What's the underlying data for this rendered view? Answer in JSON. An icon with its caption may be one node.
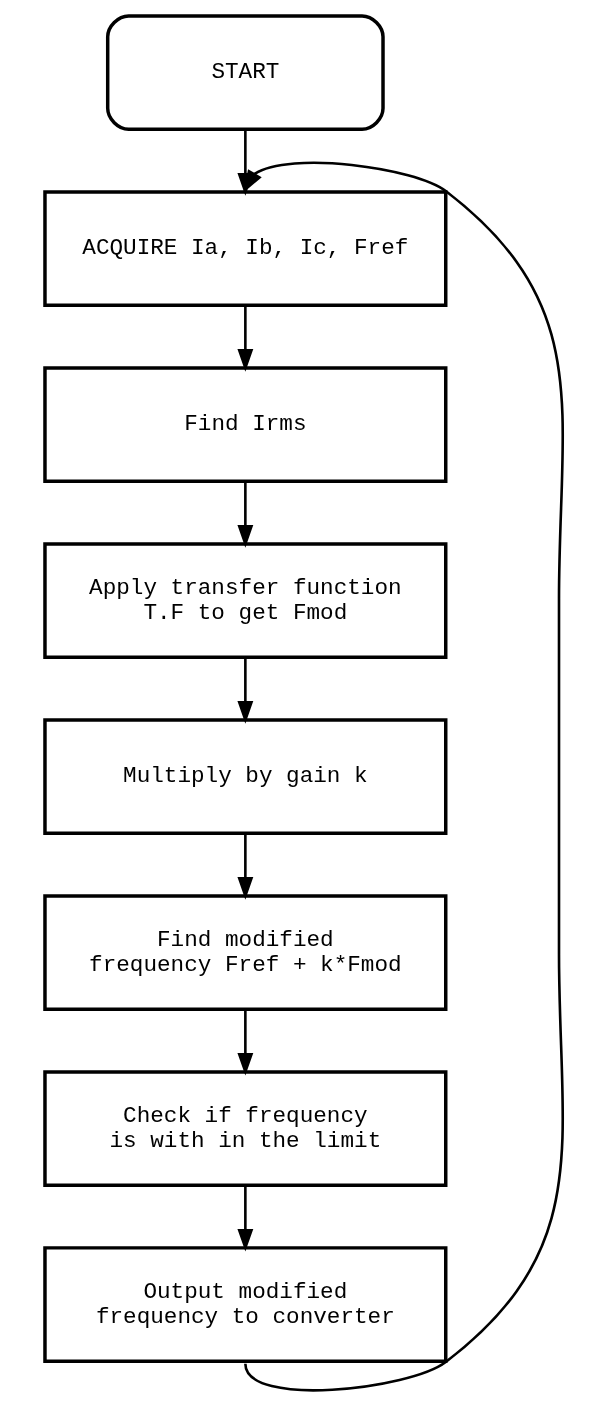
{
  "diagram": {
    "nodes": [
      {
        "text": [
          "START"
        ]
      },
      {
        "text": [
          "ACQUIRE Ia, Ib, Ic, Fref"
        ]
      },
      {
        "text": [
          "Find Irms"
        ]
      },
      {
        "text": [
          "Apply transfer function T.F to get Fmod"
        ]
      },
      {
        "text": [
          "Multiply by gain k"
        ]
      },
      {
        "text": [
          "Find modified frequency Fref + k*Fmod"
        ]
      },
      {
        "text": [
          "Check if frequency is with in the limit"
        ]
      },
      {
        "text": [
          "Output modified frequency to converter"
        ]
      }
    ],
    "edges": [
      {
        "from": 0,
        "to": 1,
        "arrow": "to"
      },
      {
        "from": 1,
        "to": 2,
        "arrow": "to"
      },
      {
        "from": 2,
        "to": 3,
        "arrow": "to"
      },
      {
        "from": 3,
        "to": 4,
        "arrow": "to"
      },
      {
        "from": 4,
        "to": 5,
        "arrow": "to"
      },
      {
        "from": 5,
        "to": 6,
        "arrow": "to"
      },
      {
        "from": 6,
        "to": 7,
        "arrow": "to"
      },
      {
        "from": 7,
        "to": 1,
        "arrow": "to"
      }
    ]
  }
}
